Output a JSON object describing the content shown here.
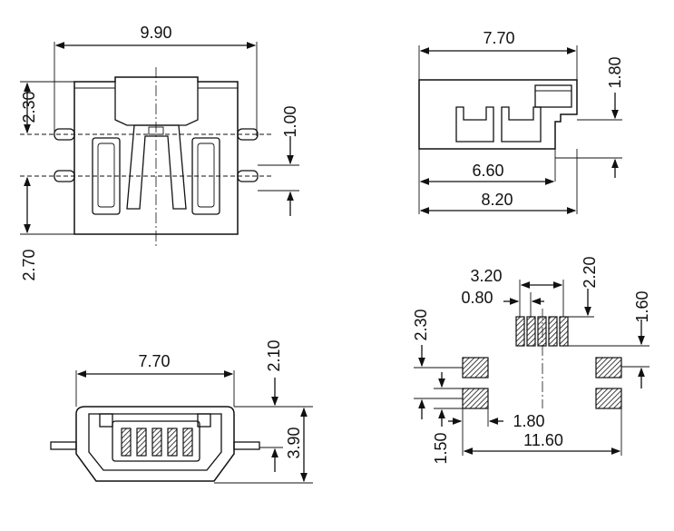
{
  "top_view": {
    "width_dim": "9.90",
    "left_dim_upper": "2.30",
    "left_dim_lower": "2.70",
    "right_dim": "1.00"
  },
  "side_view": {
    "width_dim": "7.70",
    "height_dim": "1.80",
    "inner_width_dim": "6.60",
    "overall_width_dim": "8.20"
  },
  "front_view": {
    "width_dim": "7.70",
    "top_offset_dim": "2.10",
    "height_dim": "3.90"
  },
  "footprint": {
    "span_dim": "3.20",
    "pitch_dim": "0.80",
    "pad_height_dim": "2.20",
    "right_offset_dim": "1.60",
    "left_height_dim": "2.30",
    "pad_spacing_dim": "1.50",
    "pad_width_dim": "1.80",
    "overall_width_dim": "11.60"
  },
  "colors": {
    "line": "#111111",
    "background": "#ffffff"
  }
}
